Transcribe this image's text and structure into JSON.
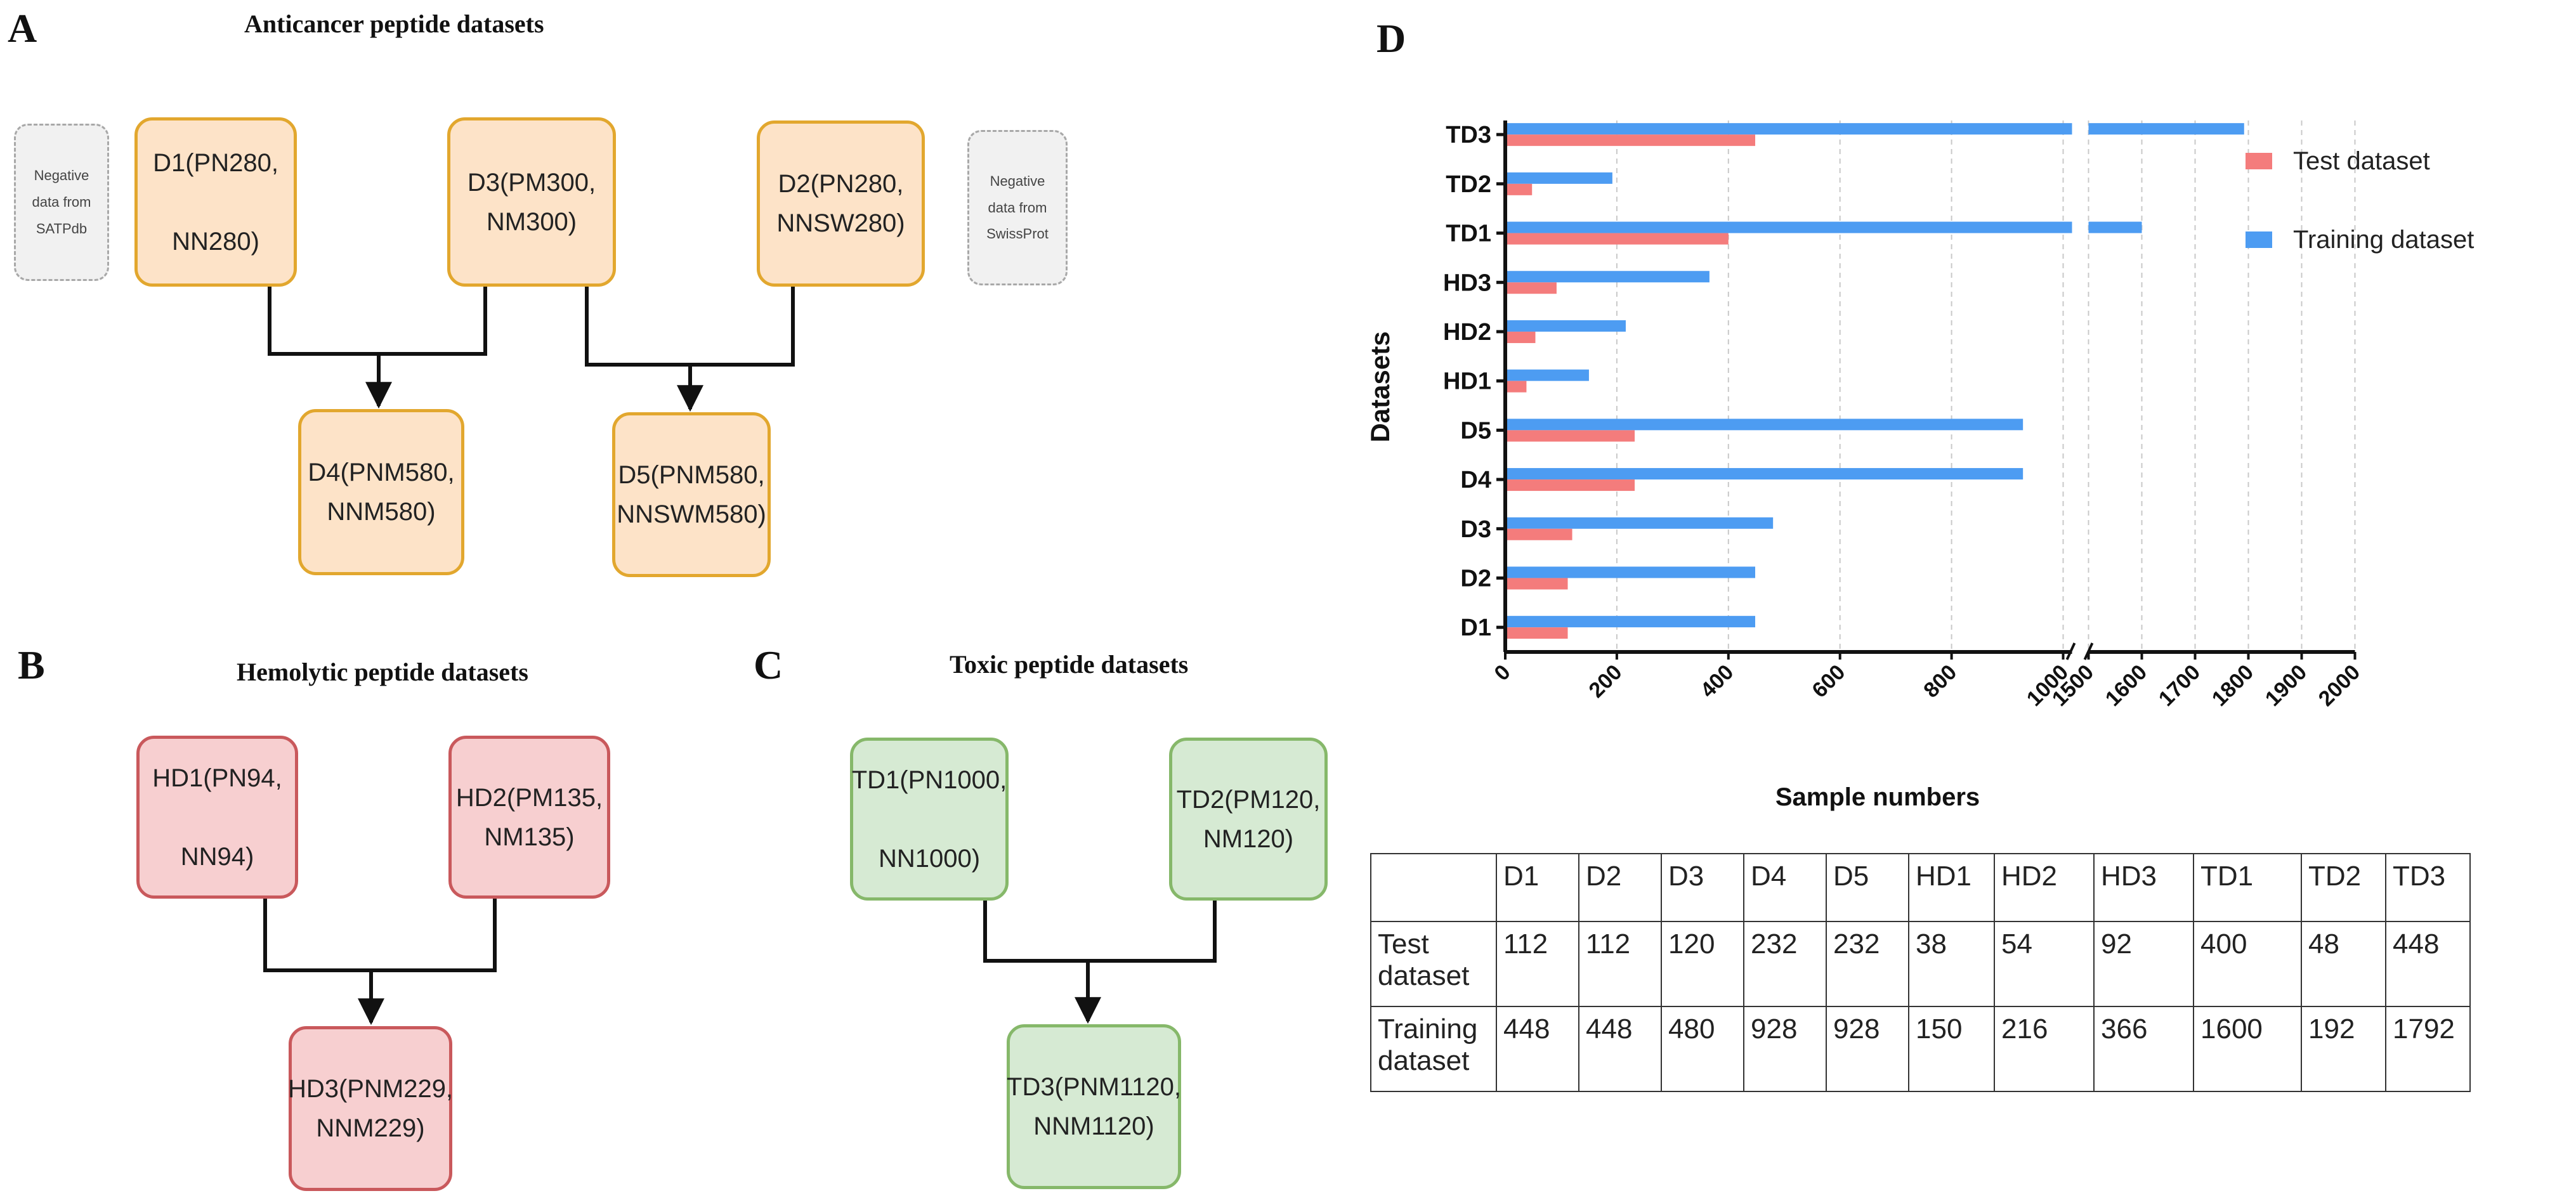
{
  "panels": {
    "A": {
      "letter": "A",
      "title": "Anticancer peptide datasets",
      "neg_left": "Negative\ndata from\nSATPdb",
      "neg_right": "Negative\ndata from\nSwissProt",
      "boxes": {
        "d1": "D1(PN280,\n\nNN280)",
        "d3": "D3(PM300,\nNM300)",
        "d2": "D2(PN280,\nNNSW280)",
        "d4": "D4(PNM580,\nNNM580)",
        "d5": "D5(PNM580,\nNNSWM580)"
      }
    },
    "B": {
      "letter": "B",
      "title": "Hemolytic peptide datasets",
      "boxes": {
        "hd1": "HD1(PN94,\n\nNN94)",
        "hd2": "HD2(PM135,\nNM135)",
        "hd3": "HD3(PNM229,\nNNM229)"
      }
    },
    "C": {
      "letter": "C",
      "title": "Toxic peptide datasets",
      "boxes": {
        "td1": "TD1(PN1000,\n\nNN1000)",
        "td2": "TD2(PM120,\nNM120)",
        "td3": "TD3(PNM1120,\nNNM1120)"
      }
    },
    "D": {
      "letter": "D"
    }
  },
  "colors": {
    "test": "#f47c7c",
    "training": "#4d9cf2",
    "orange_fill": "#fde3c8",
    "red_fill": "#f7cfd0",
    "green_fill": "#d6ead3"
  },
  "chart_data": {
    "type": "bar",
    "orientation": "horizontal",
    "xlabel": "Sample numbers",
    "ylabel": "Datasets",
    "categories": [
      "D1",
      "D2",
      "D3",
      "D4",
      "D5",
      "HD1",
      "HD2",
      "HD3",
      "TD1",
      "TD2",
      "TD3"
    ],
    "series": [
      {
        "name": "Test dataset",
        "values": [
          112,
          112,
          120,
          232,
          232,
          38,
          54,
          92,
          400,
          48,
          448
        ]
      },
      {
        "name": "Training dataset",
        "values": [
          448,
          448,
          480,
          928,
          928,
          150,
          216,
          366,
          1600,
          192,
          1792
        ]
      }
    ],
    "x_ticks_low": [
      "0",
      "200",
      "400",
      "600",
      "800",
      "1000"
    ],
    "x_ticks_high": [
      "1500",
      "1600",
      "1700",
      "1800",
      "1900",
      "2000"
    ],
    "x_axis_break": [
      1000,
      1500
    ],
    "xlim": [
      0,
      2000
    ],
    "legend_position": "right",
    "grid": "vertical dashed"
  },
  "table": {
    "header": [
      "",
      "D1",
      "D2",
      "D3",
      "D4",
      "D5",
      "HD1",
      "HD2",
      "HD3",
      "TD1",
      "TD2",
      "TD3"
    ],
    "rows": [
      {
        "label": "Test\ndataset",
        "values": [
          "112",
          "112",
          "120",
          "232",
          "232",
          "38",
          "54",
          "92",
          "400",
          "48",
          "448"
        ]
      },
      {
        "label": "Training\ndataset",
        "values": [
          "448",
          "448",
          "480",
          "928",
          "928",
          "150",
          "216",
          "366",
          "1600",
          "192",
          "1792"
        ]
      }
    ]
  }
}
